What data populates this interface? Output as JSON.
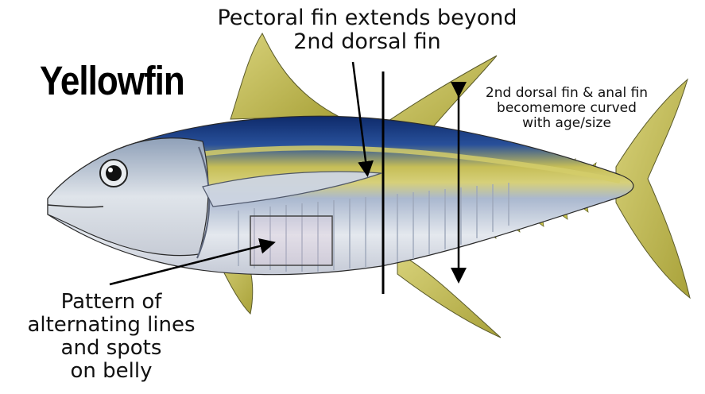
{
  "title": "Yellowfin",
  "annotations": {
    "pectoral": {
      "line1": "Pectoral fin extends beyond",
      "line2": "2nd dorsal fin"
    },
    "dorsal_anal": {
      "line1": "2nd dorsal fin & anal fin",
      "line2": "becomemore curved",
      "line3": "with age/size"
    },
    "belly": {
      "line1": "Pattern of",
      "line2": "alternating lines",
      "line3": "and spots",
      "line4": "on belly"
    }
  },
  "colors": {
    "back": "#1f3f86",
    "back_dark": "#0f2660",
    "stripe": "#b9b24a",
    "fin_yellow": "#c9c44a",
    "belly": "#e6e9ee",
    "belly_shade": "#b9c3d2",
    "outline": "#2a2a2a"
  }
}
